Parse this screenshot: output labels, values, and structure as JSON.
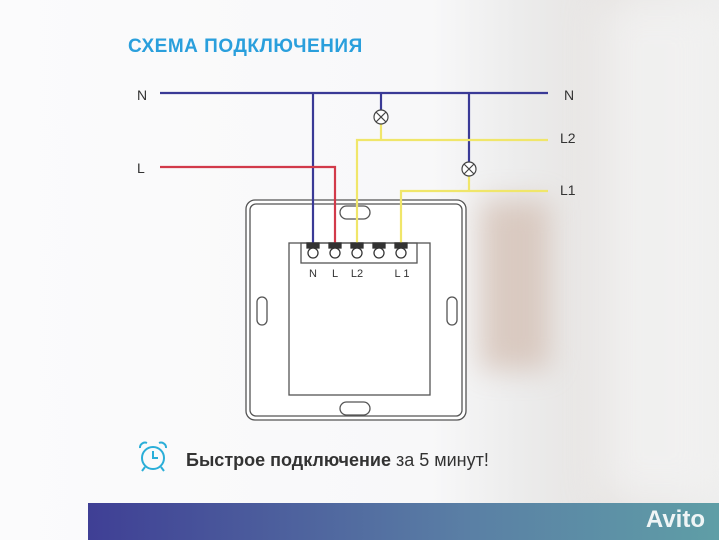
{
  "title": "СХЕМА ПОДКЛЮЧЕНИЯ",
  "wires": {
    "N_left": "N",
    "N_right": "N",
    "L": "L",
    "L2": "L2",
    "L1": "L1"
  },
  "terminals": [
    "N",
    "L",
    "L2",
    "",
    "L 1"
  ],
  "colors": {
    "neutral": "#3a3a96",
    "live": "#d23a4a",
    "load": "#f0e66a",
    "title": "#2a9fdc"
  },
  "footer": {
    "bold": "Быстрое подключение",
    "normal": " за 5 минут!"
  },
  "watermark": "Avito"
}
